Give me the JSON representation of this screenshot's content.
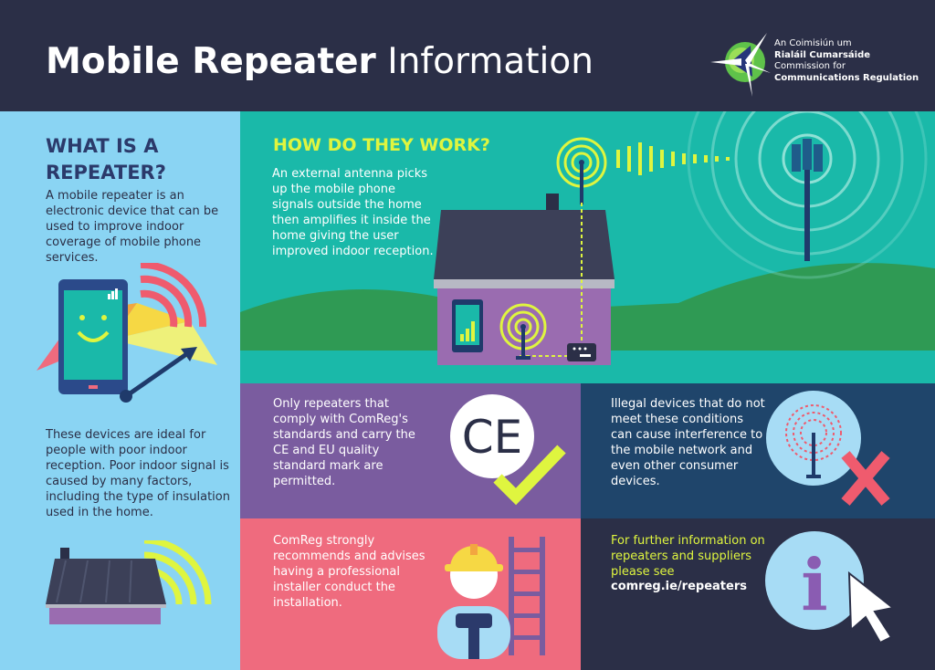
{
  "header": {
    "title_bold": "Mobile Repeater",
    "title_regular": "Information",
    "logo": {
      "line1": "An Coimisiún um",
      "line2": "Rialáil Cumarsáide",
      "line3": "Commission for",
      "line4": "Communications Regulation"
    }
  },
  "left": {
    "heading_line1": "WHAT IS A",
    "heading_line2": "REPEATER?",
    "intro": "A mobile repeater is an electronic device that can be used to improve indoor coverage of mobile phone services.",
    "ideal": "These devices are ideal for people with poor indoor reception. Poor indoor signal is caused by many factors, including the type of insulation used in the home."
  },
  "how": {
    "heading": "HOW DO THEY WORK?",
    "body": "An external antenna picks up the mobile phone signals outside the home then amplifies it inside the home giving the user improved indoor reception."
  },
  "ce_panel": {
    "text": "Only repeaters that comply with ComReg's standards and carry the CE and EU quality standard mark are permitted.",
    "mark": "CE"
  },
  "illegal_panel": {
    "text": "Illegal devices that do not meet these conditions can cause interference to the mobile network and even other consumer devices."
  },
  "installer_panel": {
    "text": "ComReg strongly recommends and advises having a professional installer conduct the installation."
  },
  "info_panel": {
    "text": "For further information on repeaters and suppliers please see",
    "link": "comreg.ie/repeaters",
    "icon_letter": "i"
  },
  "colors": {
    "header_bg": "#2b2f47",
    "left_bg": "#8ad4f3",
    "teal_bg": "#1ab9a9",
    "purple_bg": "#7a5c9f",
    "navy_bg": "#1f456b",
    "pink_bg": "#ef6b7e",
    "accent_yellow": "#dff53f",
    "heading_blue": "#2b3a6b"
  },
  "icons": [
    "comreg-logo-icon",
    "smartphone-icon",
    "signal-gauge-icon",
    "signal-waves-icon",
    "house-icon",
    "roof-icon",
    "cell-tower-icon",
    "external-antenna-icon",
    "repeater-box-icon",
    "ce-mark-icon",
    "checkmark-icon",
    "interference-icon",
    "cross-icon",
    "hard-hat-icon",
    "installer-icon",
    "ladder-icon",
    "info-icon",
    "cursor-icon"
  ]
}
